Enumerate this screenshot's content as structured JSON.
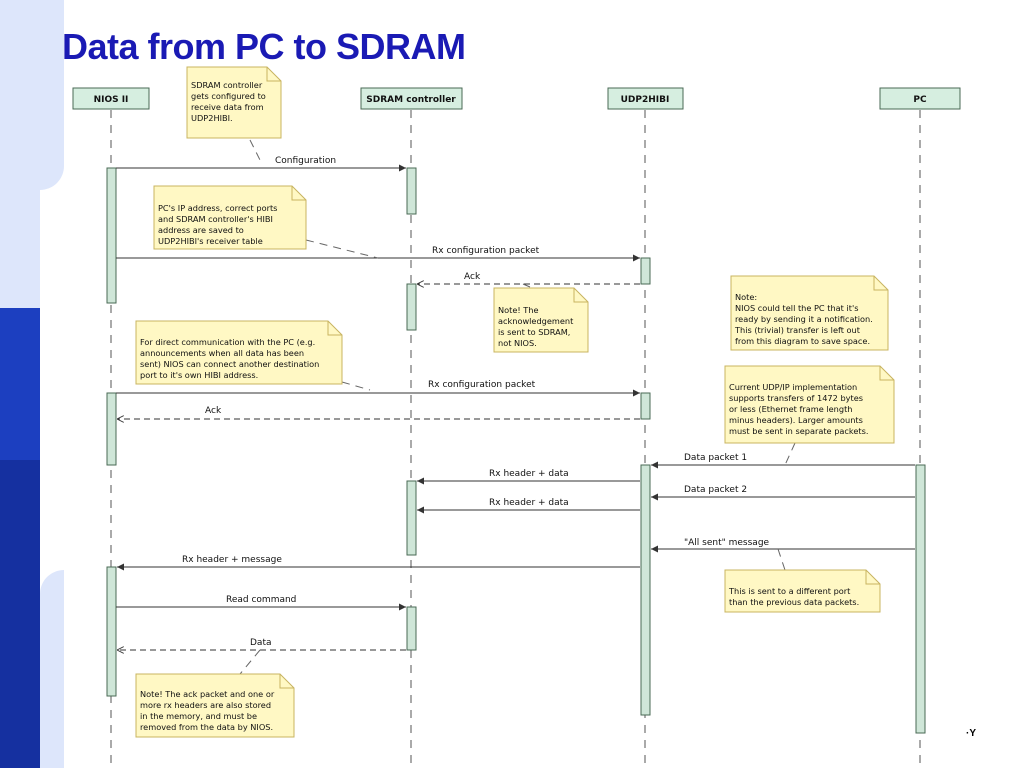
{
  "slide": {
    "title": "Data from PC to SDRAM",
    "footer_fragment": "·Y"
  },
  "colors": {
    "title": "#1a1ab4",
    "side_dark": "#1530a0",
    "side_light": "#dde6fb",
    "activation_fill": "#cfe6d8",
    "activation_stroke": "#4a6a55",
    "note_fill": "#fff8c4",
    "note_stroke": "#c8b460"
  },
  "diagram": {
    "lifelines": [
      {
        "id": "nios",
        "label": "NIOS II"
      },
      {
        "id": "sdram",
        "label": "SDRAM controller"
      },
      {
        "id": "udp",
        "label": "UDP2HIBI"
      },
      {
        "id": "pc",
        "label": "PC"
      }
    ],
    "messages": [
      {
        "id": "m1",
        "label": "Configuration",
        "from": "nios",
        "to": "sdram",
        "style": "solid"
      },
      {
        "id": "m2",
        "label": "Rx configuration packet",
        "from": "nios",
        "to": "udp",
        "style": "solid"
      },
      {
        "id": "m3",
        "label": "Ack",
        "from": "udp",
        "to": "sdram",
        "style": "dashed"
      },
      {
        "id": "m4",
        "label": "Rx configuration packet",
        "from": "nios",
        "to": "udp",
        "style": "solid"
      },
      {
        "id": "m5",
        "label": "Ack",
        "from": "udp",
        "to": "nios",
        "style": "dashed"
      },
      {
        "id": "m6",
        "label": "Data packet 1",
        "from": "pc",
        "to": "udp",
        "style": "solid"
      },
      {
        "id": "m7",
        "label": "Rx header + data",
        "from": "udp",
        "to": "sdram",
        "style": "solid"
      },
      {
        "id": "m8",
        "label": "Data packet 2",
        "from": "pc",
        "to": "udp",
        "style": "solid"
      },
      {
        "id": "m9",
        "label": "Rx header + data",
        "from": "udp",
        "to": "sdram",
        "style": "solid"
      },
      {
        "id": "m10",
        "label": "\"All sent\" message",
        "from": "pc",
        "to": "udp",
        "style": "solid"
      },
      {
        "id": "m11",
        "label": "Rx header + message",
        "from": "udp",
        "to": "nios",
        "style": "solid"
      },
      {
        "id": "m12",
        "label": "Read command",
        "from": "nios",
        "to": "sdram",
        "style": "solid"
      },
      {
        "id": "m13",
        "label": "Data",
        "from": "sdram",
        "to": "nios",
        "style": "dashed"
      }
    ],
    "notes": [
      {
        "id": "n1",
        "lines": [
          "SDRAM controller",
          "gets configured to",
          "receive data from",
          "UDP2HIBI."
        ]
      },
      {
        "id": "n2",
        "lines": [
          "PC's IP address, correct ports",
          "and SDRAM controller's HIBI",
          "address are saved to",
          "UDP2HIBI's receiver table"
        ]
      },
      {
        "id": "n3",
        "lines": [
          "Note! The",
          "acknowledgement",
          "is sent to SDRAM,",
          "not NIOS."
        ]
      },
      {
        "id": "n4",
        "lines": [
          "Note:",
          "NIOS could tell the PC that it's",
          "ready by sending it a notification.",
          "This (trivial) transfer is left out",
          "from this diagram to save space."
        ]
      },
      {
        "id": "n5",
        "lines": [
          "For direct communication with the PC (e.g.",
          "announcements when all data has been",
          "sent) NIOS can connect another destination",
          "port to it's own HIBI address."
        ]
      },
      {
        "id": "n6",
        "lines": [
          "Current UDP/IP implementation",
          "supports transfers of 1472 bytes",
          "or less (Ethernet frame length",
          "minus headers). Larger amounts",
          "must be sent in separate packets."
        ]
      },
      {
        "id": "n7",
        "lines": [
          "This is sent to a different port",
          "than the previous data packets."
        ]
      },
      {
        "id": "n8",
        "lines": [
          "Note! The ack packet and one or",
          "more rx headers are also stored",
          "in the memory, and must be",
          "removed from the data by NIOS."
        ]
      }
    ]
  }
}
